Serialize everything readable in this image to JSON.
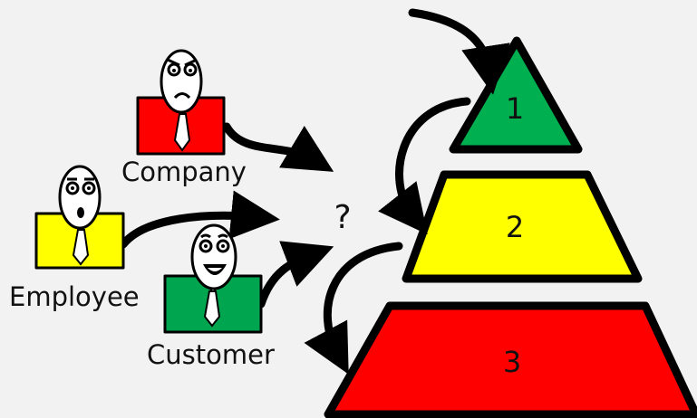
{
  "people": [
    {
      "id": "company",
      "label": "Company",
      "color": "#ff0000",
      "mood": "angry"
    },
    {
      "id": "employee",
      "label": "Employee",
      "color": "#ffff00",
      "mood": "surprised"
    },
    {
      "id": "customer",
      "label": "Customer",
      "color": "#00a550",
      "mood": "happy"
    }
  ],
  "question_mark": "?",
  "pyramid": [
    {
      "label": "1",
      "color": "#00b050"
    },
    {
      "label": "2",
      "color": "#ffff00"
    },
    {
      "label": "3",
      "color": "#ff0000"
    }
  ]
}
